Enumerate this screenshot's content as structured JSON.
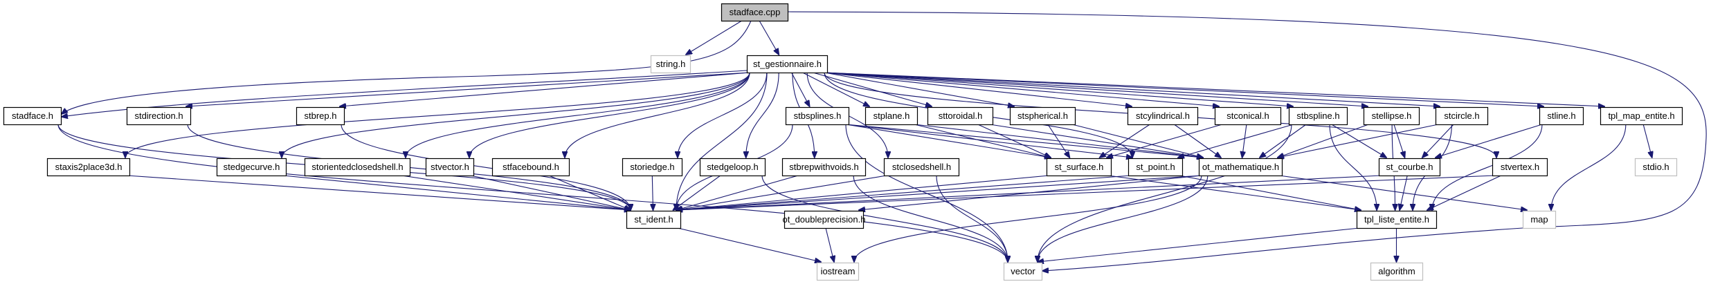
{
  "diagram": {
    "title": "stadface.cpp include dependency graph",
    "colors": {
      "edge": "#191970",
      "root_fill": "#bfbfbf",
      "node_fill": "#ffffff",
      "node_border": "#000000",
      "external_border": "#bfbfbf",
      "external_text": "#000000"
    },
    "nodes": [
      {
        "id": "stadface_cpp",
        "label": "stadface.cpp",
        "kind": "root"
      },
      {
        "id": "string_h",
        "label": "string.h",
        "kind": "external"
      },
      {
        "id": "st_gestionnaire_h",
        "label": "st_gestionnaire.h",
        "kind": "header"
      },
      {
        "id": "stadface_h",
        "label": "stadface.h",
        "kind": "header"
      },
      {
        "id": "stdirection_h",
        "label": "stdirection.h",
        "kind": "header"
      },
      {
        "id": "stbrep_h",
        "label": "stbrep.h",
        "kind": "header"
      },
      {
        "id": "stbsplines_h",
        "label": "stbsplines.h",
        "kind": "header"
      },
      {
        "id": "stplane_h",
        "label": "stplane.h",
        "kind": "header"
      },
      {
        "id": "sttoroidal_h",
        "label": "sttoroidal.h",
        "kind": "header"
      },
      {
        "id": "stspherical_h",
        "label": "stspherical.h",
        "kind": "header"
      },
      {
        "id": "stcylindrical_h",
        "label": "stcylindrical.h",
        "kind": "header"
      },
      {
        "id": "stconical_h",
        "label": "stconical.h",
        "kind": "header"
      },
      {
        "id": "stbspline_h",
        "label": "stbspline.h",
        "kind": "header"
      },
      {
        "id": "stellipse_h",
        "label": "stellipse.h",
        "kind": "header"
      },
      {
        "id": "stcircle_h",
        "label": "stcircle.h",
        "kind": "header"
      },
      {
        "id": "stline_h",
        "label": "stline.h",
        "kind": "header"
      },
      {
        "id": "tpl_map_entite_h",
        "label": "tpl_map_entite.h",
        "kind": "header"
      },
      {
        "id": "staxis2place3d_h",
        "label": "staxis2place3d.h",
        "kind": "header"
      },
      {
        "id": "stedgecurve_h",
        "label": "stedgecurve.h",
        "kind": "header"
      },
      {
        "id": "storientedclosedshell_h",
        "label": "storientedclosedshell.h",
        "kind": "header"
      },
      {
        "id": "stvector_h",
        "label": "stvector.h",
        "kind": "header"
      },
      {
        "id": "stfacebound_h",
        "label": "stfacebound.h",
        "kind": "header"
      },
      {
        "id": "storiedge_h",
        "label": "storiedge.h",
        "kind": "header"
      },
      {
        "id": "stedgeloop_h",
        "label": "stedgeloop.h",
        "kind": "header"
      },
      {
        "id": "stbrepwithvoids_h",
        "label": "stbrepwithvoids.h",
        "kind": "header"
      },
      {
        "id": "stclosedshell_h",
        "label": "stclosedshell.h",
        "kind": "header"
      },
      {
        "id": "st_surface_h",
        "label": "st_surface.h",
        "kind": "header"
      },
      {
        "id": "st_point_h",
        "label": "st_point.h",
        "kind": "header"
      },
      {
        "id": "ot_mathematique_h",
        "label": "ot_mathematique.h",
        "kind": "header"
      },
      {
        "id": "st_courbe_h",
        "label": "st_courbe.h",
        "kind": "header"
      },
      {
        "id": "stvertex_h",
        "label": "stvertex.h",
        "kind": "header"
      },
      {
        "id": "stdio_h",
        "label": "stdio.h",
        "kind": "external"
      },
      {
        "id": "st_ident_h",
        "label": "st_ident.h",
        "kind": "header"
      },
      {
        "id": "ot_doubleprecision_h",
        "label": "ot_doubleprecision.h",
        "kind": "header"
      },
      {
        "id": "tpl_liste_entite_h",
        "label": "tpl_liste_entite.h",
        "kind": "header"
      },
      {
        "id": "map",
        "label": "map",
        "kind": "external"
      },
      {
        "id": "iostream",
        "label": "iostream",
        "kind": "external"
      },
      {
        "id": "vector",
        "label": "vector",
        "kind": "external"
      },
      {
        "id": "algorithm",
        "label": "algorithm",
        "kind": "external"
      }
    ],
    "edges": [
      [
        "stadface_cpp",
        "string_h"
      ],
      [
        "stadface_cpp",
        "st_gestionnaire_h"
      ],
      [
        "stadface_cpp",
        "stadface_h"
      ],
      [
        "stadface_cpp",
        "vector"
      ],
      [
        "st_gestionnaire_h",
        "stadface_h"
      ],
      [
        "st_gestionnaire_h",
        "stdirection_h"
      ],
      [
        "st_gestionnaire_h",
        "stbrep_h"
      ],
      [
        "st_gestionnaire_h",
        "stbsplines_h"
      ],
      [
        "st_gestionnaire_h",
        "stplane_h"
      ],
      [
        "st_gestionnaire_h",
        "sttoroidal_h"
      ],
      [
        "st_gestionnaire_h",
        "stspherical_h"
      ],
      [
        "st_gestionnaire_h",
        "stcylindrical_h"
      ],
      [
        "st_gestionnaire_h",
        "stconical_h"
      ],
      [
        "st_gestionnaire_h",
        "stbspline_h"
      ],
      [
        "st_gestionnaire_h",
        "stellipse_h"
      ],
      [
        "st_gestionnaire_h",
        "stcircle_h"
      ],
      [
        "st_gestionnaire_h",
        "stline_h"
      ],
      [
        "st_gestionnaire_h",
        "tpl_map_entite_h"
      ],
      [
        "st_gestionnaire_h",
        "staxis2place3d_h"
      ],
      [
        "st_gestionnaire_h",
        "stedgecurve_h"
      ],
      [
        "st_gestionnaire_h",
        "storientedclosedshell_h"
      ],
      [
        "st_gestionnaire_h",
        "stvector_h"
      ],
      [
        "st_gestionnaire_h",
        "stfacebound_h"
      ],
      [
        "st_gestionnaire_h",
        "storiedge_h"
      ],
      [
        "st_gestionnaire_h",
        "stedgeloop_h"
      ],
      [
        "st_gestionnaire_h",
        "stbrepwithvoids_h"
      ],
      [
        "st_gestionnaire_h",
        "stclosedshell_h"
      ],
      [
        "st_gestionnaire_h",
        "st_point_h"
      ],
      [
        "st_gestionnaire_h",
        "stvertex_h"
      ],
      [
        "st_gestionnaire_h",
        "st_ident_h"
      ],
      [
        "stadface_h",
        "st_ident_h"
      ],
      [
        "stadface_h",
        "vector"
      ],
      [
        "stdirection_h",
        "st_ident_h"
      ],
      [
        "stbrep_h",
        "st_ident_h"
      ],
      [
        "staxis2place3d_h",
        "st_ident_h"
      ],
      [
        "stedgecurve_h",
        "st_ident_h"
      ],
      [
        "storientedclosedshell_h",
        "st_ident_h"
      ],
      [
        "stvector_h",
        "st_ident_h"
      ],
      [
        "stfacebound_h",
        "st_ident_h"
      ],
      [
        "storiedge_h",
        "st_ident_h"
      ],
      [
        "stedgeloop_h",
        "st_ident_h"
      ],
      [
        "stedgeloop_h",
        "vector"
      ],
      [
        "stbrepwithvoids_h",
        "st_ident_h"
      ],
      [
        "stbrepwithvoids_h",
        "vector"
      ],
      [
        "stclosedshell_h",
        "st_ident_h"
      ],
      [
        "stclosedshell_h",
        "vector"
      ],
      [
        "stbsplines_h",
        "st_surface_h"
      ],
      [
        "stbsplines_h",
        "st_point_h"
      ],
      [
        "stbsplines_h",
        "ot_mathematique_h"
      ],
      [
        "stbsplines_h",
        "st_ident_h"
      ],
      [
        "stbsplines_h",
        "vector"
      ],
      [
        "stplane_h",
        "st_surface_h"
      ],
      [
        "stplane_h",
        "ot_mathematique_h"
      ],
      [
        "sttoroidal_h",
        "st_surface_h"
      ],
      [
        "sttoroidal_h",
        "ot_mathematique_h"
      ],
      [
        "stspherical_h",
        "st_surface_h"
      ],
      [
        "stspherical_h",
        "ot_mathematique_h"
      ],
      [
        "stcylindrical_h",
        "st_surface_h"
      ],
      [
        "stcylindrical_h",
        "ot_mathematique_h"
      ],
      [
        "stconical_h",
        "st_surface_h"
      ],
      [
        "stconical_h",
        "ot_mathematique_h"
      ],
      [
        "stbspline_h",
        "ot_mathematique_h"
      ],
      [
        "stbspline_h",
        "st_courbe_h"
      ],
      [
        "stbspline_h",
        "st_point_h"
      ],
      [
        "stbspline_h",
        "vector"
      ],
      [
        "stbspline_h",
        "tpl_liste_entite_h"
      ],
      [
        "stellipse_h",
        "ot_mathematique_h"
      ],
      [
        "stellipse_h",
        "st_courbe_h"
      ],
      [
        "stellipse_h",
        "tpl_liste_entite_h"
      ],
      [
        "stcircle_h",
        "ot_mathematique_h"
      ],
      [
        "stcircle_h",
        "st_courbe_h"
      ],
      [
        "stcircle_h",
        "tpl_liste_entite_h"
      ],
      [
        "stline_h",
        "st_courbe_h"
      ],
      [
        "stline_h",
        "tpl_liste_entite_h"
      ],
      [
        "tpl_map_entite_h",
        "stdio_h"
      ],
      [
        "tpl_map_entite_h",
        "map"
      ],
      [
        "st_surface_h",
        "st_ident_h"
      ],
      [
        "st_surface_h",
        "tpl_liste_entite_h"
      ],
      [
        "st_point_h",
        "st_ident_h"
      ],
      [
        "st_point_h",
        "tpl_liste_entite_h"
      ],
      [
        "ot_mathematique_h",
        "st_ident_h"
      ],
      [
        "ot_mathematique_h",
        "ot_doubleprecision_h"
      ],
      [
        "ot_mathematique_h",
        "iostream"
      ],
      [
        "ot_mathematique_h",
        "vector"
      ],
      [
        "ot_mathematique_h",
        "map"
      ],
      [
        "st_courbe_h",
        "st_ident_h"
      ],
      [
        "st_courbe_h",
        "tpl_liste_entite_h"
      ],
      [
        "stvertex_h",
        "st_ident_h"
      ],
      [
        "stvertex_h",
        "tpl_liste_entite_h"
      ],
      [
        "st_ident_h",
        "iostream"
      ],
      [
        "ot_doubleprecision_h",
        "iostream"
      ],
      [
        "tpl_liste_entite_h",
        "vector"
      ],
      [
        "tpl_liste_entite_h",
        "algorithm"
      ]
    ]
  }
}
